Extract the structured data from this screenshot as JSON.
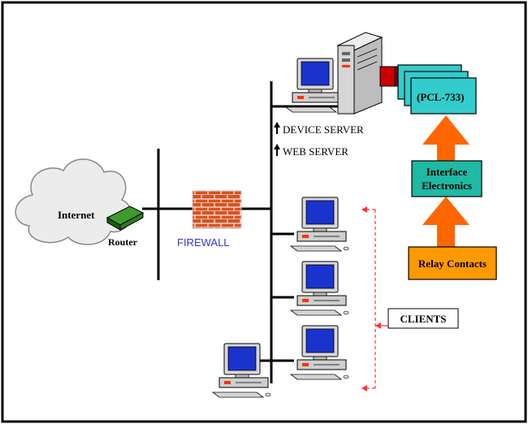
{
  "labels": {
    "internet": "Internet",
    "router": "Router",
    "firewall": "FIREWALL",
    "device_server": "DEVICE SERVER",
    "web_server": "WEB SERVER",
    "pcl": "(PCL-733)",
    "interface_line1": "Interface",
    "interface_line2": "Electronics",
    "relay": "Relay Contacts",
    "clients": "CLIENTS"
  },
  "colors": {
    "firewall_text": "#3333cc",
    "card_fill": "#33cccc",
    "box_teal": "#1fb9a4",
    "box_orange": "#ff9900",
    "arrow_orange": "#ff6600",
    "dashed_red": "#ff3333",
    "router_green": "#2e7d1e",
    "brick": "#d9521f",
    "screen_blue": "#1a33cc",
    "case_gray": "#cfcfcf"
  },
  "icons": {
    "cloud": "cloud-icon",
    "router": "router-icon",
    "firewall": "brick-wall-icon",
    "server": "server-tower-icon",
    "workstation": "desktop-computer-icon",
    "connector": "red-connector-icon"
  }
}
